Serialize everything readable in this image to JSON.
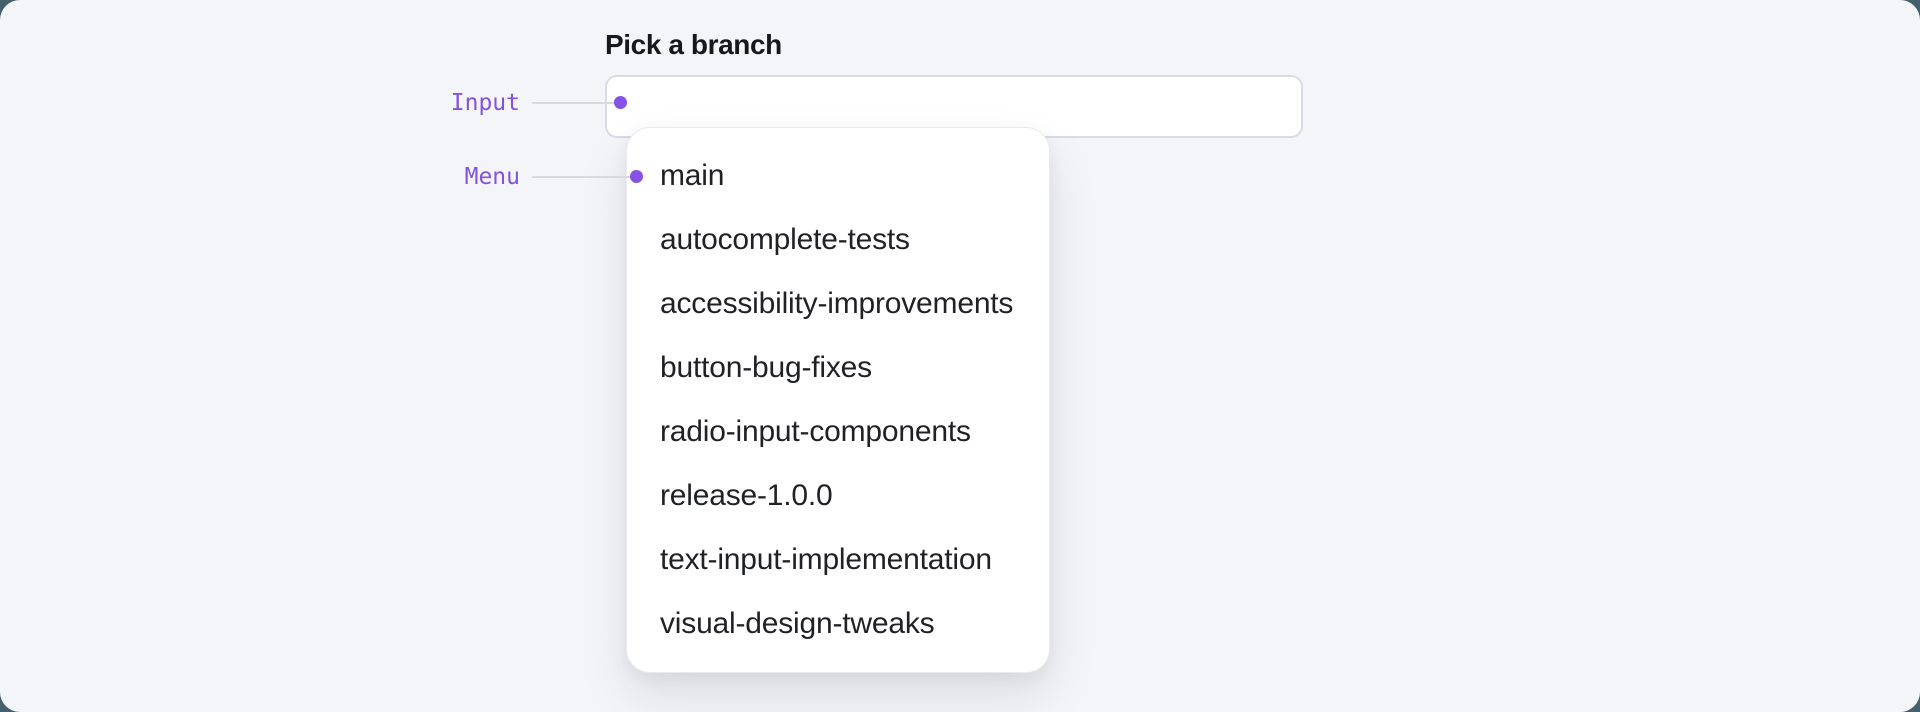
{
  "title": "Pick a branch",
  "annotations": {
    "input": {
      "label": "Input"
    },
    "menu": {
      "label": "Menu"
    }
  },
  "combobox": {
    "input": {
      "value": "",
      "placeholder": ""
    },
    "menu": {
      "items": [
        "main",
        "autocomplete-tests",
        "accessibility-improvements",
        "button-bug-fixes",
        "radio-input-components",
        "release-1.0.0",
        "text-input-implementation",
        "visual-design-tweaks"
      ]
    }
  },
  "colors": {
    "accent_purple": "#8552e6",
    "annotation_text": "#8452dd",
    "connector_line": "#d8dae1",
    "page_background": "#45606d",
    "canvas_background": "#f4f5f8",
    "input_border": "#d9dce4",
    "menu_background": "#ffffff",
    "text_primary": "#1f2125"
  }
}
